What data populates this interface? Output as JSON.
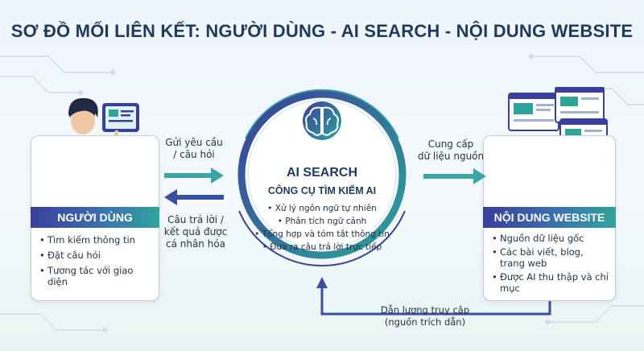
{
  "title": "SƠ ĐỒ MỐI LIÊN KẾT: NGƯỜI DÙNG - AI SEARCH - NỘI DUNG WEBSITE",
  "user": {
    "label": "NGƯỜI DÙNG",
    "items": [
      "Tìm kiếm thông tin",
      "Đặt câu hỏi",
      "Tương tác với giao diện"
    ]
  },
  "center": {
    "title": "AI SEARCH",
    "subtitle": "CÔNG CỤ TÌM KIẾM AI",
    "items": [
      "Xử lý ngôn ngữ tự nhiên",
      "Phân tích ngữ cảnh",
      "Tổng hợp và tóm tắt thông tin",
      "Đưa ra câu trả lời trực tiếp"
    ]
  },
  "website": {
    "label": "NỘI DUNG WEBSITE",
    "items": [
      "Nguồn dữ liệu gốc",
      "Các bài viết, blog, trang web",
      "Được AI thu thập và chỉ mục"
    ]
  },
  "arrows": {
    "request_line1": "Gửi yêu cầu",
    "request_line2": "/ câu hỏi",
    "answer_line1": "Câu trả lời /",
    "answer_line2": "kết quả được",
    "answer_line3": "cá nhân hóa",
    "supply_line1": "Cung cấp",
    "supply_line2": "dữ liệu nguồn",
    "traffic_line1": "Dẫn lượng truy cập",
    "traffic_line2": "(nguồn trích dẫn)"
  },
  "colors": {
    "navy": "#1f3b5c",
    "indigo": "#3a3f9a",
    "teal": "#2fa59a",
    "arrow_teal": "#3aa7a6",
    "arrow_blue": "#3a4fa0"
  }
}
